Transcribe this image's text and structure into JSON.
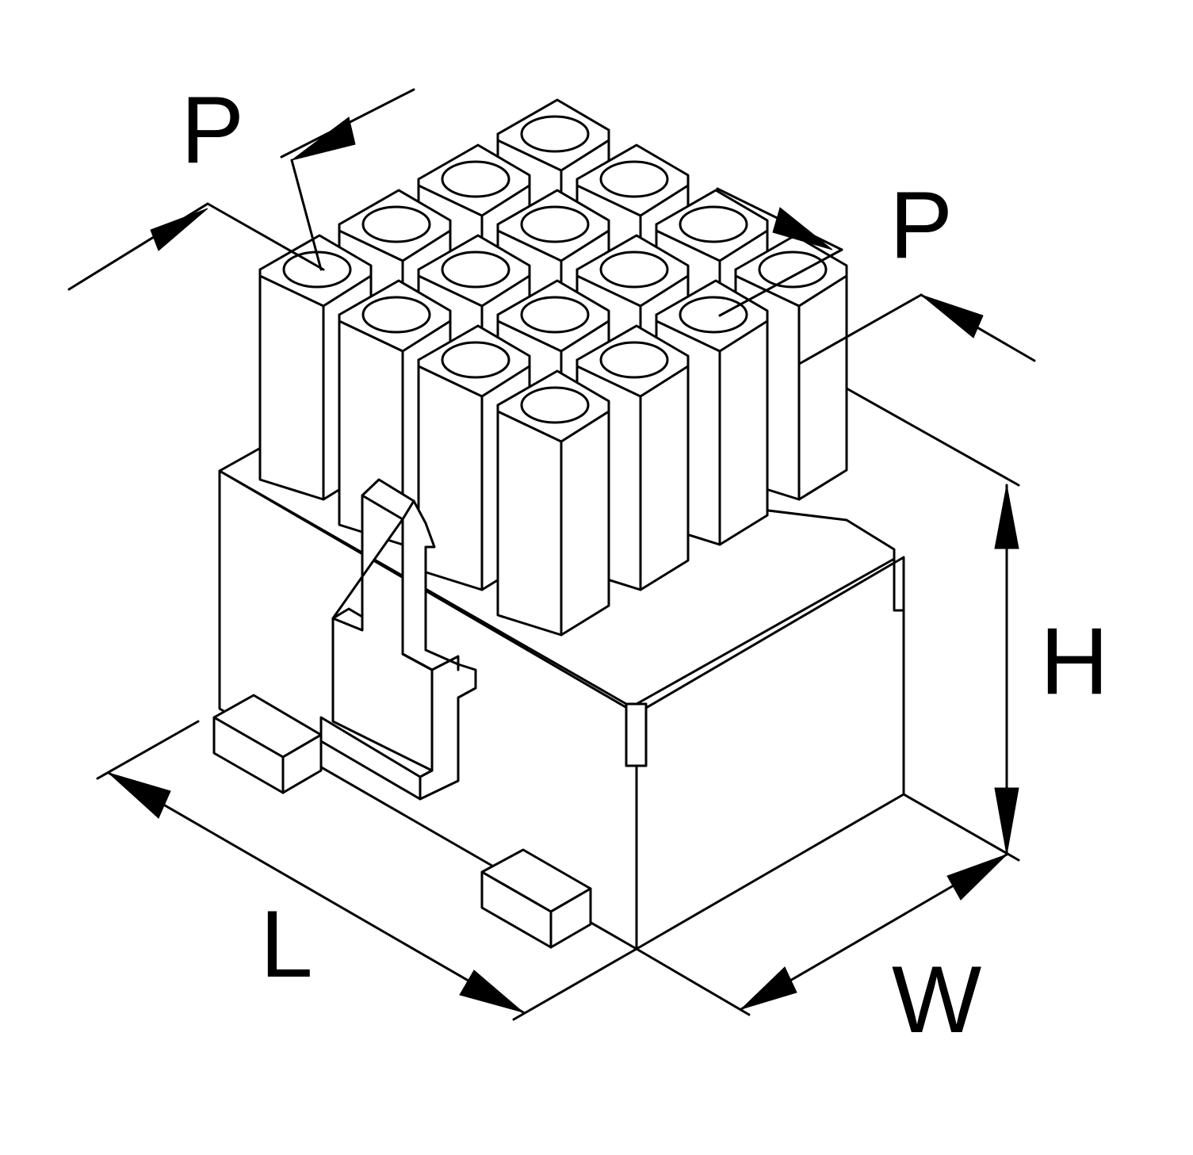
{
  "diagram": {
    "dimension_labels": {
      "pitch_top": "P",
      "pitch_right": "P",
      "height": "H",
      "length": "L",
      "width": "W"
    },
    "pin_grid": {
      "rows": 4,
      "columns": 4,
      "count": 16
    }
  }
}
